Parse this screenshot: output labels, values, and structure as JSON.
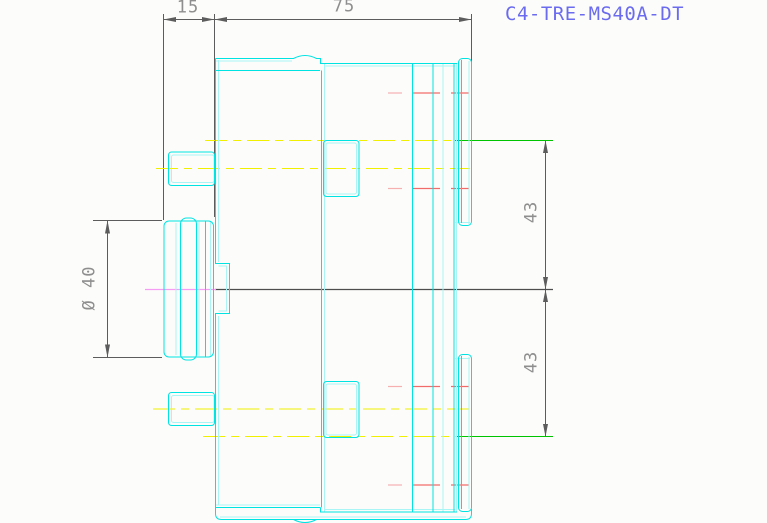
{
  "title": {
    "part_number": "C4-TRE-MS40A-DT"
  },
  "dimensions": {
    "offset_top": {
      "label": "15"
    },
    "length_top": {
      "label": "75"
    },
    "bore_diameter": {
      "label": "Ø 40"
    },
    "bolt_distance_upper": {
      "label": "43"
    },
    "bolt_distance_lower": {
      "label": "43"
    }
  },
  "colors": {
    "part": "#00e3e3",
    "partLight": "#a9f4f4",
    "centerline": "#f0f000",
    "hidden": "#f26b6b",
    "hiddenPale": "#f6b0b0",
    "magenta": "#f59df5",
    "extension": "#00c400",
    "dim": "#5c5c5c",
    "axis": "#4d4d4d",
    "dimText": "#8e8e8e",
    "title": "#6b6bef",
    "background": "#fcfcfa"
  }
}
